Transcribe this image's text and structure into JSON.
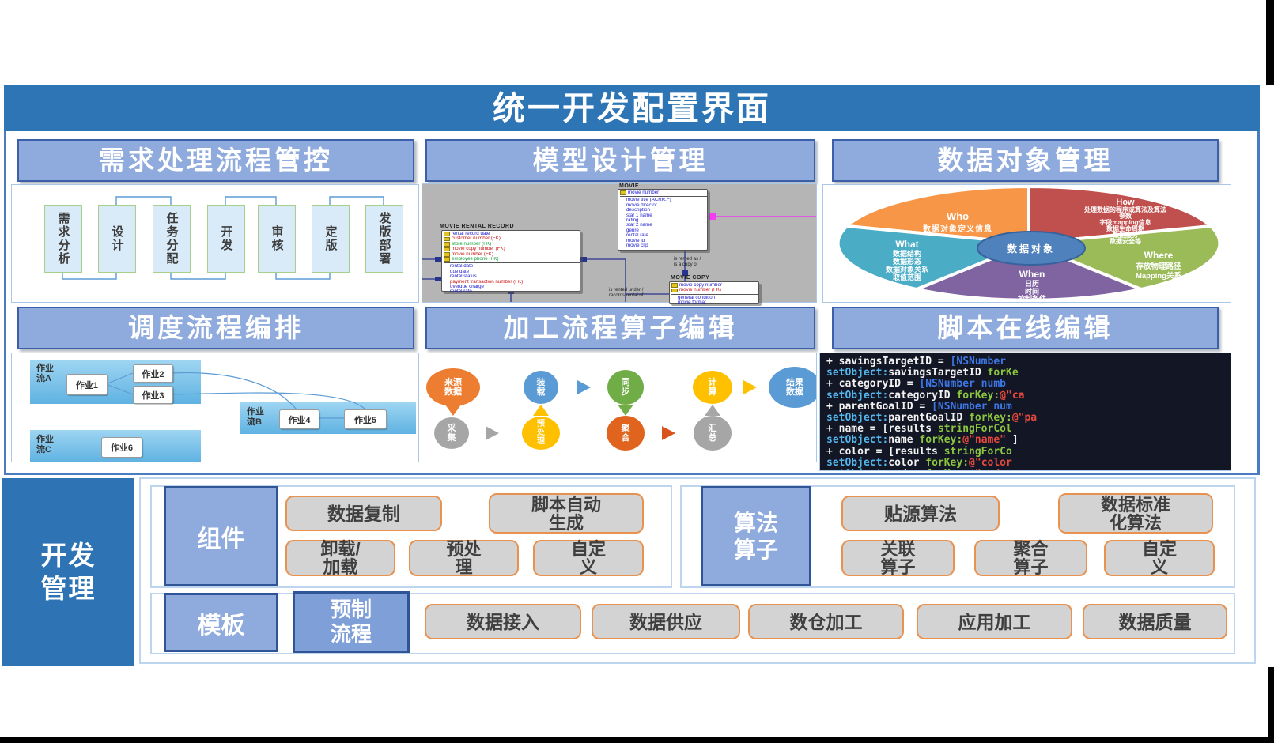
{
  "title": "统一开发配置界面",
  "req": {
    "header": "需求处理流程管控",
    "steps": [
      "需求分析",
      "设计",
      "任务分配",
      "开发",
      "审核",
      "定版",
      "发版部署"
    ]
  },
  "model": {
    "header": "模型设计管理",
    "mrr": {
      "label": "MOVIE RENTAL RECORD",
      "rows": [
        {
          "t": "rental record date",
          "c": "b",
          "k": 1
        },
        {
          "t": "customer number (FK)",
          "c": "r",
          "k": 1
        },
        {
          "t": "store number (FK)",
          "c": "g",
          "k": 1
        },
        {
          "t": "movie copy number (FK)",
          "c": "r",
          "k": 1
        },
        {
          "t": "movie number (FK)",
          "c": "r",
          "k": 1
        },
        {
          "t": "employee phone (FK)",
          "c": "g",
          "k": 1
        },
        {
          "t": "rental date",
          "c": "b",
          "k": 0
        },
        {
          "t": "due date",
          "c": "b",
          "k": 0
        },
        {
          "t": "rental status",
          "c": "b",
          "k": 0
        },
        {
          "t": "payment transaction number (FK)",
          "c": "r",
          "k": 0
        },
        {
          "t": "overdue charge",
          "c": "b",
          "k": 0
        },
        {
          "t": "rental rate",
          "c": "b",
          "k": 0
        }
      ]
    },
    "movie": {
      "label": "MOVIE",
      "rows": [
        {
          "t": "movie number",
          "c": "b",
          "k": 1
        },
        {
          "t": "movie title (ACRR.F)",
          "c": "b",
          "k": 0
        },
        {
          "t": "movie director",
          "c": "b",
          "k": 0
        },
        {
          "t": "description",
          "c": "b",
          "k": 0
        },
        {
          "t": "star 1 name",
          "c": "b",
          "k": 0
        },
        {
          "t": "rating",
          "c": "b",
          "k": 0
        },
        {
          "t": "star 2 name",
          "c": "b",
          "k": 0
        },
        {
          "t": "genre",
          "c": "b",
          "k": 0
        },
        {
          "t": "rental rate",
          "c": "b",
          "k": 0
        },
        {
          "t": "movie id",
          "c": "b",
          "k": 0
        },
        {
          "t": "movie clip",
          "c": "b",
          "k": 0
        }
      ]
    },
    "copy": {
      "label": "MOVIE COPY",
      "rows": [
        {
          "t": "movie copy number",
          "c": "b",
          "k": 1
        },
        {
          "t": "movie number (FK)",
          "c": "r",
          "k": 1
        },
        {
          "t": "general condition",
          "c": "b",
          "k": 0
        },
        {
          "t": "movie format",
          "c": "b",
          "k": 0
        }
      ]
    },
    "rel1a": "is rented as /",
    "rel1b": "is a copy of",
    "rel2a": "is rented under /",
    "rel2b": "records rental of"
  },
  "dataobj": {
    "header": "数据对象管理",
    "center": "数据对象",
    "segments": [
      {
        "name": "Who",
        "color": "#F79646",
        "l1": "数据对象定义信息",
        "l2": "",
        "l3": "",
        "l4": "",
        "l5": "",
        "l6": ""
      },
      {
        "name": "How",
        "color": "#C0504D",
        "l1": "处理数据的程序或算法及算法",
        "l2": "参数",
        "l3": "字段mapping信息",
        "l4": "数据生命周期",
        "l5": "数据服务",
        "l6": "数据安全等"
      },
      {
        "name": "Where",
        "color": "#9BBB59",
        "l1": "存放物理路径",
        "l2": "Mapping关系",
        "l3": "",
        "l4": "",
        "l5": "",
        "l6": ""
      },
      {
        "name": "When",
        "color": "#8064A2",
        "l1": "日历",
        "l2": "时间",
        "l3": "控制条件",
        "l4": "",
        "l5": "",
        "l6": ""
      },
      {
        "name": "What",
        "color": "#4BACC6",
        "l1": "数据结构",
        "l2": "数据形态",
        "l3": "数据对象关系",
        "l4": "取值范围",
        "l5": "",
        "l6": ""
      }
    ]
  },
  "sched": {
    "header": "调度流程编排",
    "flows": [
      {
        "l1": "作业",
        "l2": "流A"
      },
      {
        "l1": "作业",
        "l2": "流B"
      },
      {
        "l1": "作业",
        "l2": "流C"
      }
    ],
    "jobs": [
      "作业1",
      "作业2",
      "作业3",
      "作业4",
      "作业5",
      "作业6"
    ]
  },
  "op": {
    "header": "加工流程算子编辑",
    "src1": "来源",
    "src2": "数据",
    "load1": "装",
    "load2": "载",
    "sync1": "同",
    "sync2": "步",
    "calc1": "计",
    "calc2": "算",
    "res1": "结果",
    "res2": "数据",
    "col1": "采",
    "col2": "集",
    "pre1": "预",
    "pre2": "处",
    "pre3": "理",
    "agg1": "聚",
    "agg2": "合",
    "sum1": "汇",
    "sum2": "总"
  },
  "script": {
    "header": "脚本在线编辑",
    "lines": [
      [
        {
          "t": "+ savingsTargetID  = ",
          "c": "w"
        },
        {
          "t": "[NSNumber",
          "c": "b"
        }
      ],
      [
        {
          "t": "setObject:",
          "c": "c"
        },
        {
          "t": "savingsTargetID ",
          "c": "w"
        },
        {
          "t": "forKe",
          "c": "g"
        }
      ],
      [
        {
          "t": "+ categoryID  = ",
          "c": "w"
        },
        {
          "t": "[NSNumber numb",
          "c": "b"
        }
      ],
      [
        {
          "t": "setObject:",
          "c": "c"
        },
        {
          "t": "categoryID ",
          "c": "w"
        },
        {
          "t": "forKey:",
          "c": "g"
        },
        {
          "t": "@\"ca",
          "c": "r"
        }
      ],
      [
        {
          "t": "+ parentGoalID  = ",
          "c": "w"
        },
        {
          "t": "[NSNumber num",
          "c": "b"
        }
      ],
      [
        {
          "t": "setObject:",
          "c": "c"
        },
        {
          "t": "parentGoalID ",
          "c": "w"
        },
        {
          "t": "forKey:",
          "c": "g"
        },
        {
          "t": "@\"pa",
          "c": "r"
        }
      ],
      [
        {
          "t": "+ name = [results ",
          "c": "w"
        },
        {
          "t": "stringForCol",
          "c": "g"
        }
      ],
      [
        {
          "t": "setObject:",
          "c": "c"
        },
        {
          "t": "name ",
          "c": "w"
        },
        {
          "t": "forKey:",
          "c": "g"
        },
        {
          "t": "@\"name\"",
          "c": "r"
        },
        {
          "t": " ]",
          "c": "w"
        }
      ],
      [
        {
          "t": "+ color = [results ",
          "c": "w"
        },
        {
          "t": "stringForCo",
          "c": "g"
        }
      ],
      [
        {
          "t": "setObject:",
          "c": "c"
        },
        {
          "t": "color ",
          "c": "w"
        },
        {
          "t": "forKey:",
          "c": "g"
        },
        {
          "t": "@\"color",
          "c": "r"
        }
      ],
      [
        {
          "t": "setObject:",
          "c": "c"
        },
        {
          "t": "order ",
          "c": "w"
        },
        {
          "t": "forKey:",
          "c": "g"
        },
        {
          "t": "@\"ord",
          "c": "r"
        }
      ]
    ]
  },
  "bottom": {
    "title1": "开发",
    "title2": "管理",
    "component": "组件",
    "template": "模板",
    "alg1": "算法",
    "alg2": "算子",
    "preset1": "预制",
    "preset2": "流程",
    "comp_btns": [
      {
        "l1": "数据复制",
        "l2": ""
      },
      {
        "l1": "脚本自动",
        "l2": "生成"
      },
      {
        "l1": "卸载/",
        "l2": "加载"
      },
      {
        "l1": "预处",
        "l2": "理"
      },
      {
        "l1": "自定",
        "l2": "义"
      }
    ],
    "alg_btns": [
      {
        "l1": "贴源算法",
        "l2": ""
      },
      {
        "l1": "数据标准",
        "l2": "化算法"
      },
      {
        "l1": "关联",
        "l2": "算子"
      },
      {
        "l1": "聚合",
        "l2": "算子"
      },
      {
        "l1": "自定",
        "l2": "义"
      }
    ],
    "tpl_btns": [
      "数据接入",
      "数据供应",
      "数仓加工",
      "应用加工",
      "数据质量"
    ]
  }
}
